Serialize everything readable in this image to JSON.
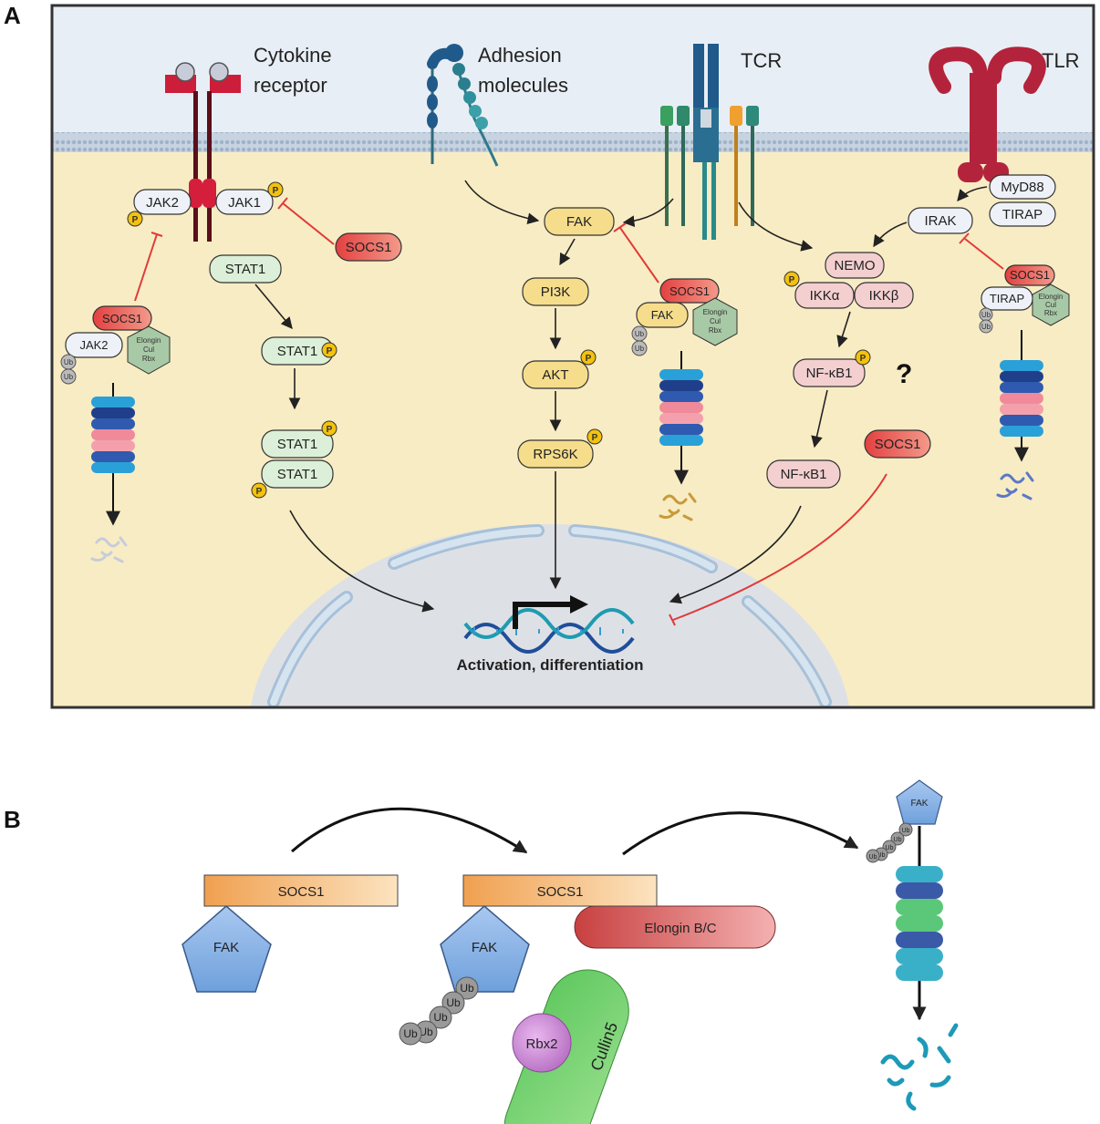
{
  "panels": {
    "a": "A",
    "b": "B"
  },
  "top_labels": {
    "cytokine_line1": "Cytokine",
    "cytokine_line2": "receptor",
    "adhesion_line1": "Adhesion",
    "adhesion_line2": "molecules",
    "tcr": "TCR",
    "tlr": "TLR"
  },
  "cytokine_pathway": {
    "jak2": "JAK2",
    "jak1": "JAK1",
    "socs1": "SOCS1",
    "stat1": "STAT1",
    "stat1_p": "STAT1",
    "dimer_top": "STAT1",
    "dimer_bottom": "STAT1",
    "complex_socs1": "SOCS1",
    "complex_jak2": "JAK2",
    "elongin": [
      "Elongin",
      "Cul",
      "Rbx"
    ]
  },
  "tcr_pathway": {
    "fak": "FAK",
    "pi3k": "PI3K",
    "akt": "AKT",
    "rps6k": "RPS6K",
    "complex_socs1": "SOCS1",
    "complex_fak": "FAK",
    "elongin": [
      "Elongin",
      "Cul",
      "Rbx"
    ]
  },
  "tlr_pathway": {
    "myd88": "MyD88",
    "tirap": "TIRAP",
    "irak": "IRAK",
    "nemo": "NEMO",
    "ikka": "IKKα",
    "ikkb": "IKKβ",
    "nfkb1_p": "NF-κB1",
    "nfkb1": "NF-κB1",
    "question": "?",
    "socs1": "SOCS1",
    "complex_socs1": "SOCS1",
    "complex_tirap": "TIRAP",
    "elongin": [
      "Elongin",
      "Cul",
      "Rbx"
    ]
  },
  "phospho": "P",
  "ub": "Ub",
  "nucleus_label": "Activation, differentiation",
  "panel_b": {
    "socs1_1": "SOCS1",
    "fak_1": "FAK",
    "socs1_2": "SOCS1",
    "fak_2": "FAK",
    "elongin_bc": "Elongin B/C",
    "cullin5": "Cullin5",
    "rbx2": "Rbx2",
    "fak_3": "FAK"
  },
  "colors": {
    "membrane_top": "#e8eef5",
    "cytoplasm": "#f8ecc4",
    "nucleus": "#dde1e6",
    "socs1": "#e03a3a",
    "inhibition": "#e03a3a",
    "stat": "#dcefd8",
    "fak_path": "#f6dd8c",
    "tlr_path": "#f3cfd0",
    "phospho": "#f4c20d"
  }
}
